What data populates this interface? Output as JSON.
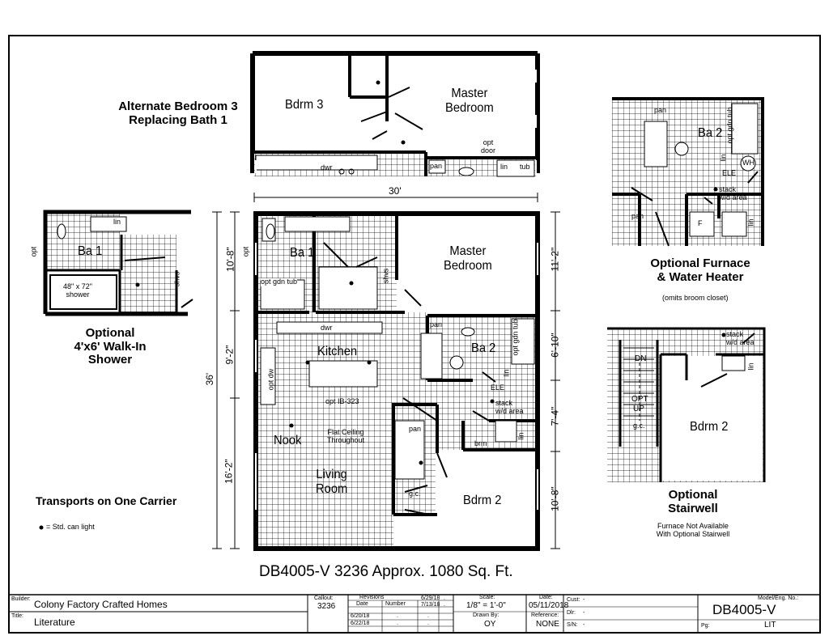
{
  "main_plan": {
    "rooms": {
      "bath1": "Ba 1",
      "master": [
        "Master",
        "Bedroom"
      ],
      "kitchen": "Kitchen",
      "bath2": "Ba 2",
      "nook": "Nook",
      "living": [
        "Living",
        "Room"
      ],
      "bedroom2": "Bdrm 2"
    },
    "notes": {
      "opt_gdn_tub": "opt gdn tub",
      "shvs": "shvs",
      "dwr": "dwr",
      "pan": "pan",
      "lin": "lin",
      "opt_ib": "opt IB-323",
      "stack": [
        "stack",
        "w/d area"
      ],
      "flat_ceiling": [
        "Flat Ceiling",
        "Throughout"
      ],
      "brm": "brm",
      "gc": "g.c.",
      "ele": "ELE",
      "opt_dw": "opt dw",
      "opt": "opt",
      "ba2_gdn": "opt gdn tub"
    },
    "width_dim": "30'",
    "depth_dim": "36'",
    "left_dims": [
      "10'-8\"",
      "9'-2\"",
      "16'-2\""
    ],
    "right_dims": [
      "11'-2\"",
      "6'-10\"",
      "7'-4\"",
      "10'-8\""
    ]
  },
  "alt_bedroom": {
    "title": [
      "Alternate Bedroom 3",
      "Replacing Bath 1"
    ],
    "bdrm3": "Bdrm 3",
    "master": [
      "Master",
      "Bedroom"
    ],
    "opt_door": [
      "opt",
      "door"
    ],
    "dwr": "dwr",
    "pan": "pan",
    "lin": "lin",
    "tub": "tub"
  },
  "walk_in_shower": {
    "title": [
      "Optional",
      "4'x6' Walk-In",
      "Shower"
    ],
    "bath": "Ba 1",
    "shower": [
      "48\" x 72\"",
      "shower"
    ],
    "opt": "opt",
    "lin": "lin",
    "shvs": "shvs"
  },
  "furnace": {
    "title": [
      "Optional Furnace",
      "& Water Heater"
    ],
    "subtitle": "(omits broom closet)",
    "bath": "Ba 2",
    "pan": "pan",
    "lin": "lin",
    "gdn": "opt gdn tub",
    "ele": "ELE",
    "wh": "WH",
    "stack": [
      "stack",
      "w/d area"
    ],
    "f": "F"
  },
  "stairwell": {
    "title": [
      "Optional",
      "Stairwell"
    ],
    "note": [
      "Furnace Not Available",
      "With Optional Stairwell"
    ],
    "bdrm": "Bdrm 2",
    "dn": "DN",
    "opt": "OPT",
    "up": "UP",
    "gc": "g.c.",
    "lin": "lin",
    "stack": [
      "stack",
      "w/d area"
    ]
  },
  "transport": "Transports on One Carrier",
  "legend": "= Std. can light",
  "plan_title": "DB4005-V 3236  Approx. 1080 Sq. Ft.",
  "title_block": {
    "builder_label": "Builder:",
    "builder": "Colony Factory Crafted Homes",
    "title_label": "Title:",
    "title": "Literature",
    "callout_label": "Callout:",
    "callout": "3236",
    "revisions_label": "Revisions",
    "date_label": "Date",
    "number_label": "Number",
    "rev_dates": [
      "6/29/18",
      "7/13/18",
      "6/20/18",
      "6/22/18"
    ],
    "rev_dots": [
      ".",
      ".",
      ".",
      ".",
      ".",
      "."
    ],
    "scale_label": "Scale:",
    "scale": "1/8\" = 1'-0\"",
    "drawn_label": "Drawn By:",
    "drawn": "OY",
    "date2_label": "Date:",
    "date2": "05/11/2018",
    "reference_label": "Reference:",
    "reference": "NONE",
    "cust_label": "Cust:",
    "cust": "-",
    "dlr_label": "Dlr:",
    "dlr": "-",
    "sn_label": "S/N:",
    "sn": "-",
    "model_label": "Model/Eng. No.:",
    "model": "DB4005-V",
    "pg_label": "Pg:",
    "pg": "LIT"
  }
}
